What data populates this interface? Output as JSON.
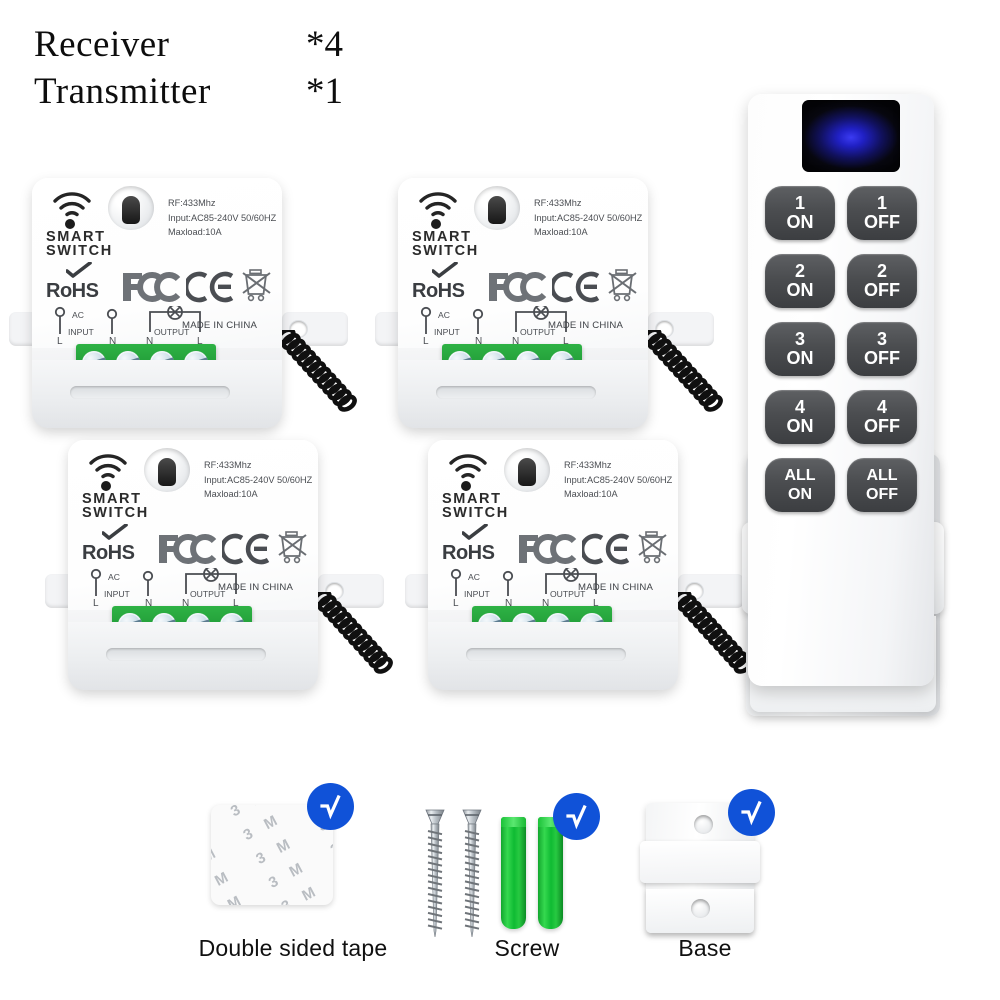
{
  "heading": {
    "line1": {
      "term": "Receiver",
      "qty": "*4"
    },
    "line2": {
      "term": "Transmitter",
      "qty": "*1"
    }
  },
  "receiver": {
    "brand_line1": "SMART",
    "brand_line2": "SWITCH",
    "specs": {
      "rf": "RF:433Mhz",
      "input": "Input:AC85-240V 50/60HZ",
      "maxload": "Maxload:10A"
    },
    "certifications": {
      "rohs": "RoHS",
      "fcc": "FC",
      "ce": "CE",
      "weee": "weee-bin-icon"
    },
    "wiring": {
      "ac": "AC",
      "input_label": "INPUT",
      "output_label": "OUTPUT",
      "terminals": [
        "L",
        "N",
        "N",
        "L"
      ]
    },
    "origin": "MADE IN CHINA",
    "icons": {
      "wifi": "wifi-icon",
      "led": "led-indicator",
      "button": "pair-button",
      "antenna": "spring-antenna"
    },
    "count": 4
  },
  "remote": {
    "led_window": "led-indicator-window",
    "buttons": [
      {
        "num": "1",
        "state": "ON"
      },
      {
        "num": "1",
        "state": "OFF"
      },
      {
        "num": "2",
        "state": "ON"
      },
      {
        "num": "2",
        "state": "OFF"
      },
      {
        "num": "3",
        "state": "ON"
      },
      {
        "num": "3",
        "state": "OFF"
      },
      {
        "num": "4",
        "state": "ON"
      },
      {
        "num": "4",
        "state": "OFF"
      },
      {
        "num": "ALL",
        "state": "ON"
      },
      {
        "num": "ALL",
        "state": "OFF"
      }
    ]
  },
  "accessories": [
    {
      "label": "Double sided tape",
      "badge": "check-mark",
      "tape_text": "3M"
    },
    {
      "label": "Screw",
      "badge": "check-mark"
    },
    {
      "label": "Base",
      "badge": "check-mark"
    }
  ],
  "colors": {
    "badge_blue": "#1052d8",
    "terminal_green": "#24a13a",
    "plug_green": "#19b833",
    "button_gray": "#4b4d50",
    "led_blue": "#2a2ae0",
    "background": "#ffffff"
  }
}
